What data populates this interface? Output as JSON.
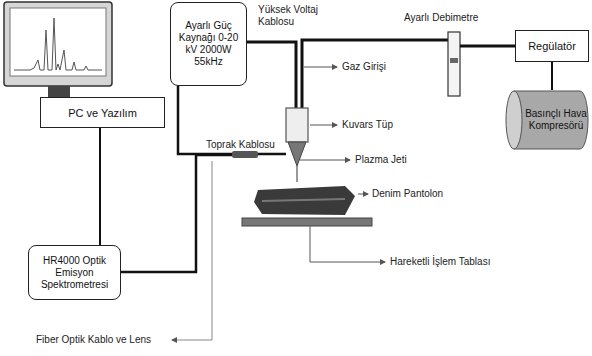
{
  "diagram": {
    "nodes": [
      {
        "text": [
          "Ayarlı Güç Kaynağı 0-20 kV 2000W 55kHz"
        ]
      },
      {
        "text": [
          "Regülatör"
        ]
      },
      {
        "text": [
          "PC ve Yazılım"
        ]
      },
      {
        "text": [
          "Basınçlı Hava Kompresörü"
        ]
      },
      {
        "text": [
          "HR4000 Optik Emisyon Spektrometresi"
        ]
      }
    ],
    "edges": [
      {
        "from": 2,
        "to": 4,
        "arrow": "none"
      },
      {
        "from": 1,
        "to": 3,
        "arrow": "none"
      }
    ],
    "labels": [
      "Yüksek Voltaj Kablosu",
      "Gaz Girişi",
      "Kuvars Tüp",
      "Toprak Kablosu",
      "Plazma Jeti",
      "Denim Pantolon",
      "Hareketli İşlem Tablası",
      "Fiber Optik Kablo ve Lens",
      "Ayarlı Debimetre"
    ]
  }
}
